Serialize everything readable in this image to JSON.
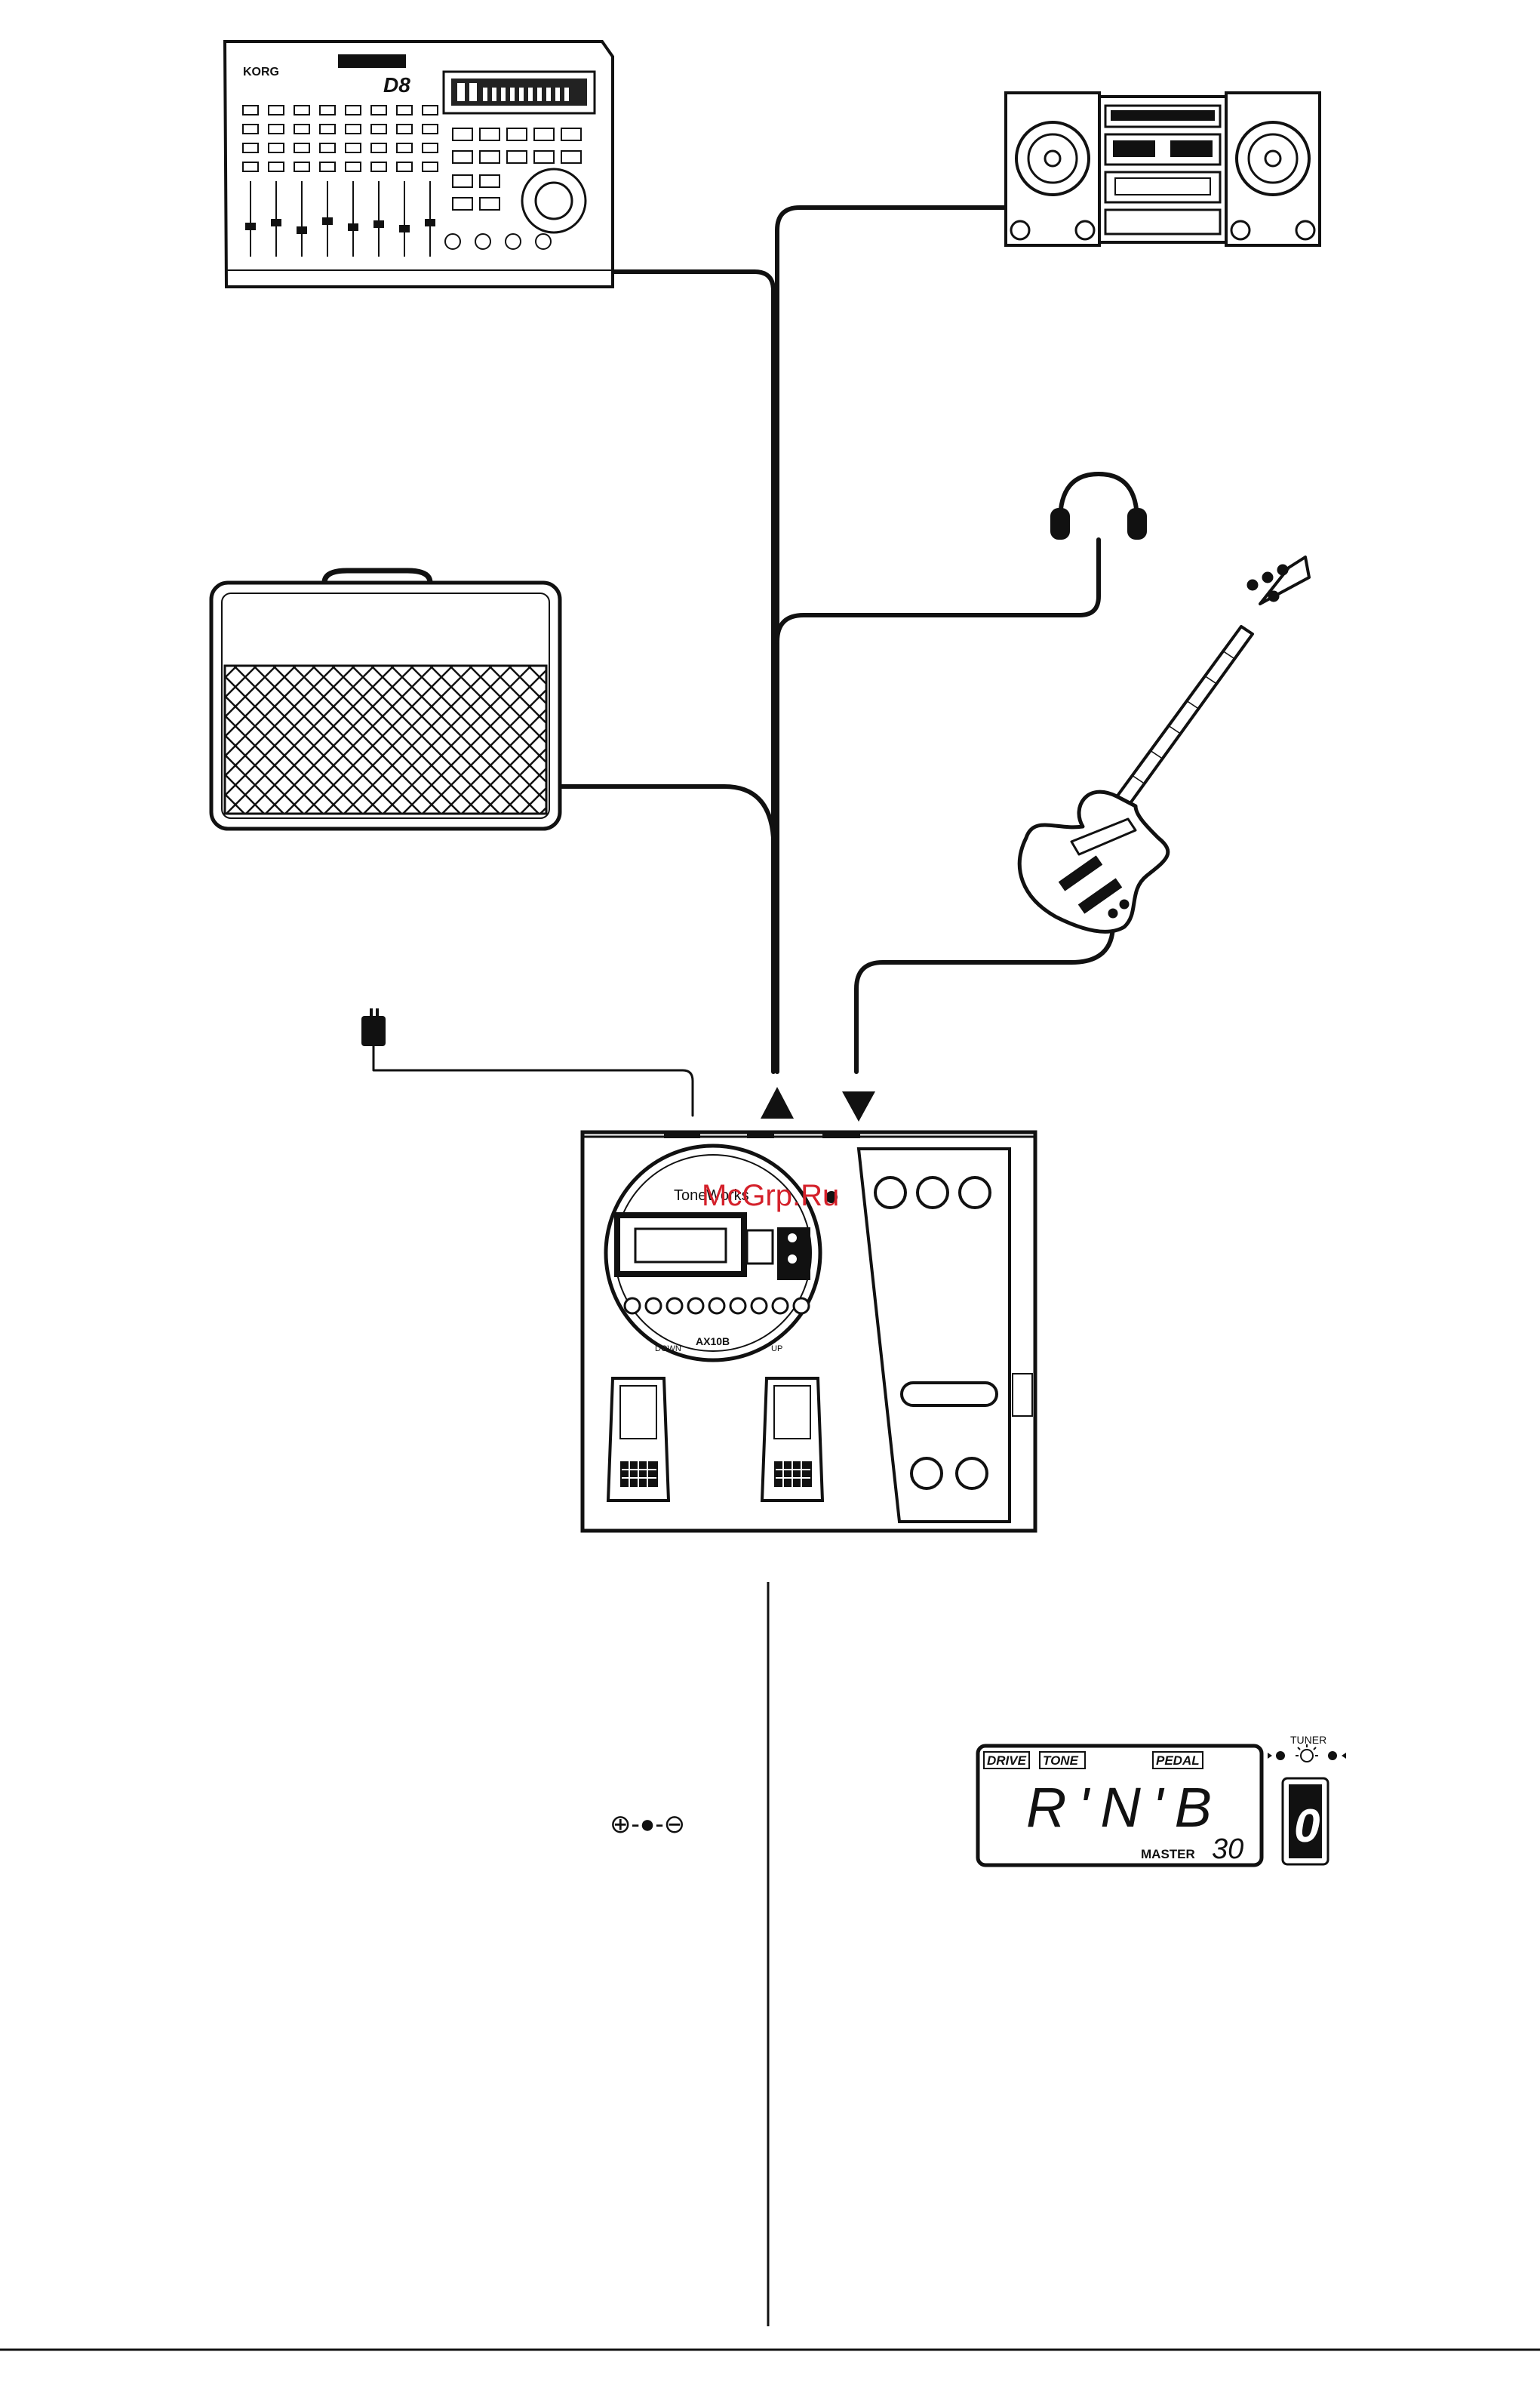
{
  "watermark": "McGrp.Ru",
  "recorder": {
    "brand": "KORG",
    "model": "D8"
  },
  "effects_unit": {
    "brand": "ToneWorks",
    "model": "AX10B"
  },
  "footswitch_labels": {
    "down": "DOWN",
    "up": "UP"
  },
  "dc_polarity_symbol": "⊕-●-⊖",
  "lcd": {
    "indicators": {
      "drive": "DRIVE",
      "tone": "TONE",
      "pedal": "PEDAL"
    },
    "main_text": "R'N'B",
    "master_label": "MASTER",
    "master_value": "30",
    "tuner_label": "TUNER",
    "segment_digit": "0"
  },
  "colors": {
    "ink": "#111111",
    "watermark": "#d4202a",
    "paper": "#ffffff"
  }
}
